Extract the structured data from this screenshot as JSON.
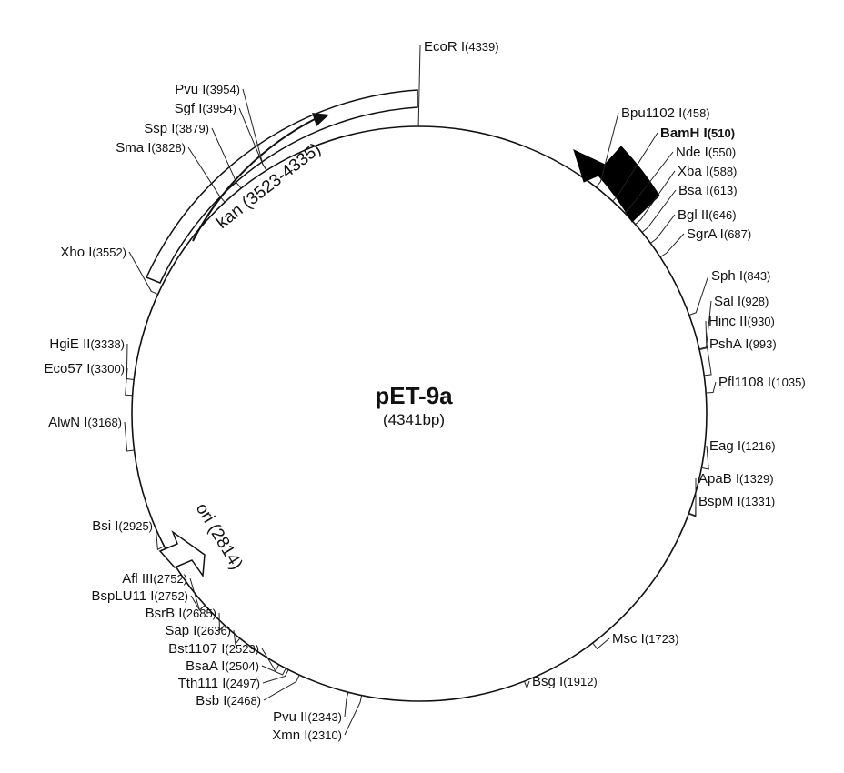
{
  "plasmid": {
    "name": "pET-9a",
    "size_label": "(4341bp)",
    "total_bp": 4341
  },
  "features": [
    {
      "label": "kan (3523-4335)",
      "type": "box-arrow",
      "start": 3523,
      "end": 4335
    },
    {
      "label": "ori (2814)",
      "type": "open-arrow",
      "position": 2814
    },
    {
      "label": "",
      "type": "filled-arrow",
      "start": 540,
      "end": 752
    }
  ],
  "sites": [
    {
      "name": "EcoR I",
      "pos": 4339
    },
    {
      "name": "Bpu1102 I",
      "pos": 458
    },
    {
      "name": "BamH I",
      "pos": 510,
      "bold": true
    },
    {
      "name": "Nde I",
      "pos": 550
    },
    {
      "name": "Xba I",
      "pos": 588
    },
    {
      "name": "Bsa I",
      "pos": 613
    },
    {
      "name": "Bgl II",
      "pos": 646
    },
    {
      "name": "SgrA I",
      "pos": 687
    },
    {
      "name": "Sph I",
      "pos": 843
    },
    {
      "name": "Sal I",
      "pos": 928
    },
    {
      "name": "Hinc II",
      "pos": 930
    },
    {
      "name": "PshA I",
      "pos": 993
    },
    {
      "name": "Pfl1108 I",
      "pos": 1035
    },
    {
      "name": "Eag I",
      "pos": 1216
    },
    {
      "name": "ApaB I",
      "pos": 1329
    },
    {
      "name": "BspM I",
      "pos": 1331
    },
    {
      "name": "Msc I",
      "pos": 1723
    },
    {
      "name": "Bsg I",
      "pos": 1912
    },
    {
      "name": "Xmn I",
      "pos": 2310
    },
    {
      "name": "Pvu II",
      "pos": 2343
    },
    {
      "name": "Bsb I",
      "pos": 2468
    },
    {
      "name": "Tth111 I",
      "pos": 2497
    },
    {
      "name": "BsaA I",
      "pos": 2504
    },
    {
      "name": "Bst1107 I",
      "pos": 2523
    },
    {
      "name": "Sap I",
      "pos": 2636
    },
    {
      "name": "BsrB I",
      "pos": 2685
    },
    {
      "name": "BspLU11 I",
      "pos": 2752
    },
    {
      "name": "Afl III",
      "pos": 2752
    },
    {
      "name": "Bsi I",
      "pos": 2925
    },
    {
      "name": "AlwN I",
      "pos": 3168
    },
    {
      "name": "Eco57 I",
      "pos": 3300
    },
    {
      "name": "HgiE II",
      "pos": 3338
    },
    {
      "name": "Xho I",
      "pos": 3552
    },
    {
      "name": "Sma I",
      "pos": 3828
    },
    {
      "name": "Ssp I",
      "pos": 3879
    },
    {
      "name": "Sgf I",
      "pos": 3954
    },
    {
      "name": "Pvu I",
      "pos": 3954
    }
  ]
}
